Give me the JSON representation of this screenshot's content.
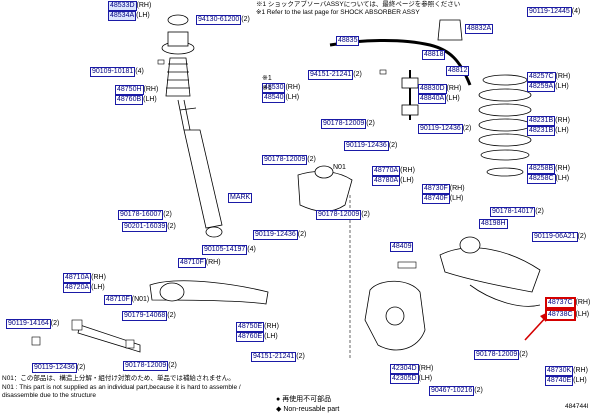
{
  "header_note_jp": "※1 ショックアブソーバASSYについては、最終ページを参照ください",
  "header_note_en": "※1 Refer to the last page for SHOCK ABSORBER ASSY",
  "callout_groups": [
    {
      "lines": [
        "48533D(RH)",
        "48534A(LH)"
      ],
      "hl": true
    },
    {
      "lines": [
        "94130-61200(2)"
      ]
    },
    {
      "lines": [
        "90119-12445(4)"
      ]
    },
    {
      "lines": [
        "48835"
      ]
    },
    {
      "lines": [
        "48818"
      ]
    },
    {
      "lines": [
        "48832A"
      ]
    },
    {
      "lines": [
        "90109-10181(4)"
      ]
    },
    {
      "lines": [
        "※1",
        "48530(RH)"
      ]
    },
    {
      "lines": [
        "※1",
        "48540(LH)"
      ]
    },
    {
      "lines": [
        "94151-21241(2)"
      ]
    },
    {
      "lines": [
        "48812"
      ]
    },
    {
      "lines": [
        "48257C(RH)",
        "48259A(LH)"
      ]
    },
    {
      "lines": [
        "48750H(RH)",
        "48760B(LH)"
      ]
    },
    {
      "lines": [
        "48830D(RH)",
        "48840A(LH)"
      ]
    },
    {
      "lines": [
        "90178-12009(2)"
      ]
    },
    {
      "lines": [
        "90119-12436(2)"
      ]
    },
    {
      "lines": [
        "48231B(RH)",
        "48231B(LH)"
      ]
    },
    {
      "lines": [
        "90119-12436(2)"
      ]
    },
    {
      "lines": [
        "90178-12009(2)"
      ]
    },
    {
      "lines": [
        "N01"
      ]
    },
    {
      "lines": [
        "48770A(RH)",
        "48780A(LH)"
      ]
    },
    {
      "lines": [
        "48258B(RH)",
        "48258C(LH)"
      ]
    },
    {
      "lines": [
        "48730F(RH)",
        "48740F(LH)"
      ]
    },
    {
      "lines": [
        "MARK"
      ]
    },
    {
      "lines": [
        "90178-16007(2)"
      ]
    },
    {
      "lines": [
        "90178-12009(2)"
      ]
    },
    {
      "lines": [
        "90178-14017(2)"
      ]
    },
    {
      "lines": [
        "48198H"
      ]
    },
    {
      "lines": [
        "90201-16039(2)"
      ]
    },
    {
      "lines": [
        "90119-12436(2)"
      ]
    },
    {
      "lines": [
        "90105-14197(4)"
      ]
    },
    {
      "lines": [
        "48409"
      ]
    },
    {
      "lines": [
        "90119-06A21(2)"
      ]
    },
    {
      "lines": [
        "48710F(RH)"
      ]
    },
    {
      "lines": [
        "48710A(RH)",
        "48720A(LH)"
      ]
    },
    {
      "lines": [
        "48710F(N01)"
      ]
    },
    {
      "lines": [
        "90179-14068(2)"
      ]
    },
    {
      "lines": [
        "48737C(RH)",
        "48738C(LH)"
      ],
      "sel": true
    },
    {
      "lines": [
        "90119-14164(2)"
      ]
    },
    {
      "lines": [
        "48750E(RH)",
        "48760E(LH)"
      ]
    },
    {
      "lines": [
        "90119-12436(2)"
      ]
    },
    {
      "lines": [
        "90178-12009(2)"
      ]
    },
    {
      "lines": [
        "94151-21241(2)"
      ]
    },
    {
      "lines": [
        "42304D(RH)",
        "42305D(LH)"
      ]
    },
    {
      "lines": [
        "90178-12009(2)"
      ]
    },
    {
      "lines": [
        "48730K(RH)",
        "48740E(LH)"
      ]
    },
    {
      "lines": [
        "90467-10216(2)"
      ]
    }
  ],
  "footnotes": [
    "N01：この部品は、構造上分解・組付け対策のため、単品では補給されません。",
    "N01 : This part is not supplied as an individual part,because it is hard to assemble /",
    "disassemble due to the structure"
  ],
  "legend": [
    {
      "symbol": "●",
      "jp": "再使用不可部品",
      "en": ""
    },
    {
      "symbol": "◆",
      "jp": "",
      "en": "Non-reusable part"
    }
  ],
  "figure_id": "484744I",
  "colors": {
    "callout_border": "#1a1aa6",
    "callout_text": "#000080",
    "highlight": "#dde6ff",
    "selection": "#d40000",
    "line": "#000000",
    "leader": "#000000"
  }
}
